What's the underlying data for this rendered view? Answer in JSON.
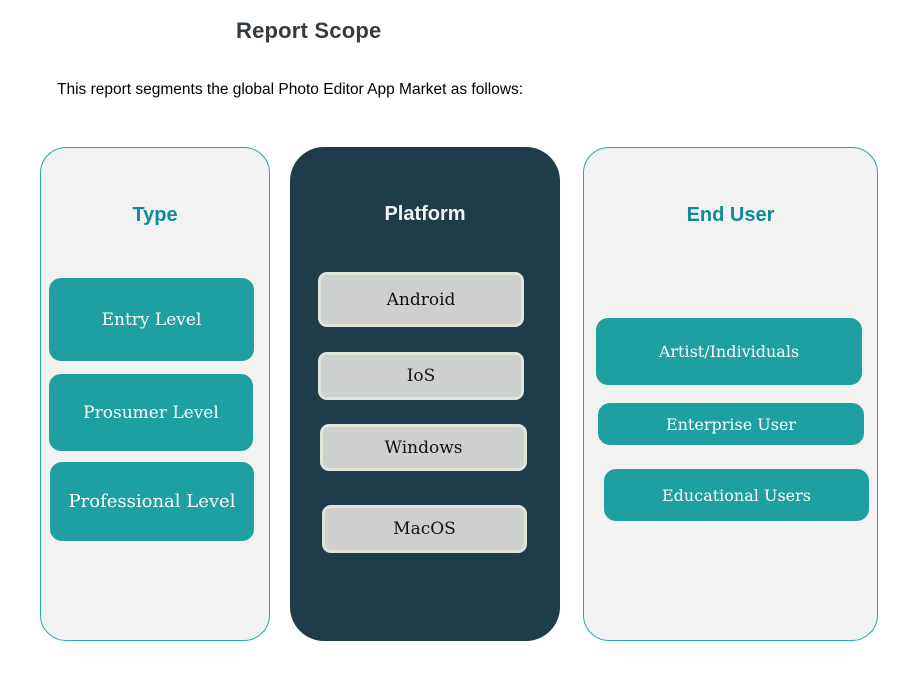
{
  "title": "Report Scope",
  "subtitle": "This report segments the global Photo Editor App Market as follows:",
  "colors": {
    "accent_teal": "#1fa0a0",
    "heading_teal": "#128a9c",
    "dark_panel": "#1e3c4a",
    "light_panel_bg": "#f2f2f2",
    "light_panel_border": "#2aa7ad",
    "gray_button_bg": "#cdd0cf",
    "gray_button_border": "#dfe5d9",
    "title_color": "#333a40"
  },
  "columns": [
    {
      "heading": "Type",
      "items": [
        {
          "label": "Entry Level"
        },
        {
          "label": "Prosumer Level"
        },
        {
          "label": "Professional Level"
        }
      ]
    },
    {
      "heading": "Platform",
      "items": [
        {
          "label": "Android"
        },
        {
          "label": "IoS"
        },
        {
          "label": "Windows"
        },
        {
          "label": "MacOS"
        }
      ]
    },
    {
      "heading": "End User",
      "items": [
        {
          "label": "Artist/Individuals"
        },
        {
          "label": "Enterprise User"
        },
        {
          "label": "Educational Users"
        }
      ]
    }
  ]
}
